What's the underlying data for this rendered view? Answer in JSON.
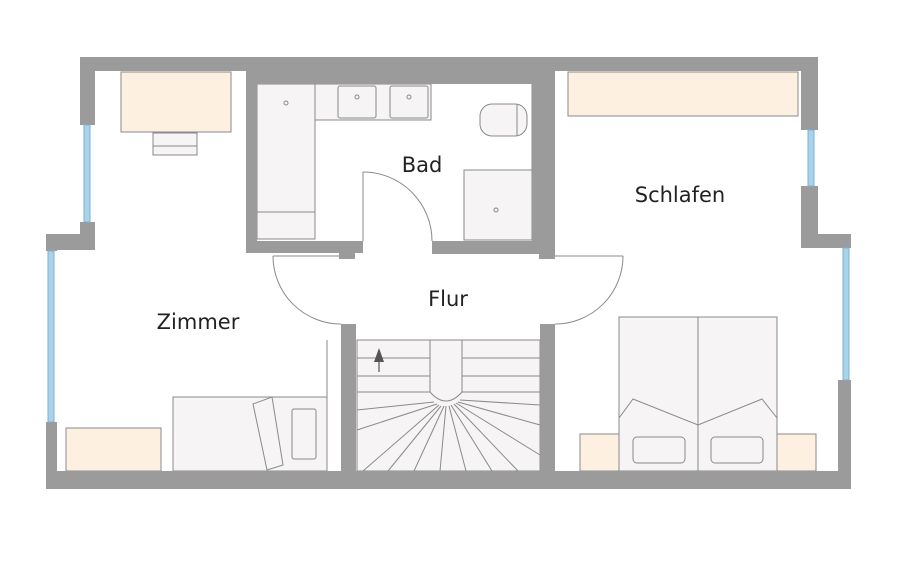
{
  "rooms": {
    "bad": "Bad",
    "schlafen": "Schlafen",
    "flur": "Flur",
    "zimmer": "Zimmer"
  },
  "colors": {
    "wall": "#9b9b9b",
    "furniture_fill": "#f6f4f4",
    "furniture_stroke": "#8a8a8a",
    "wood": "#fdf0e0",
    "window": "#a9d3ea",
    "label": "#222222"
  }
}
